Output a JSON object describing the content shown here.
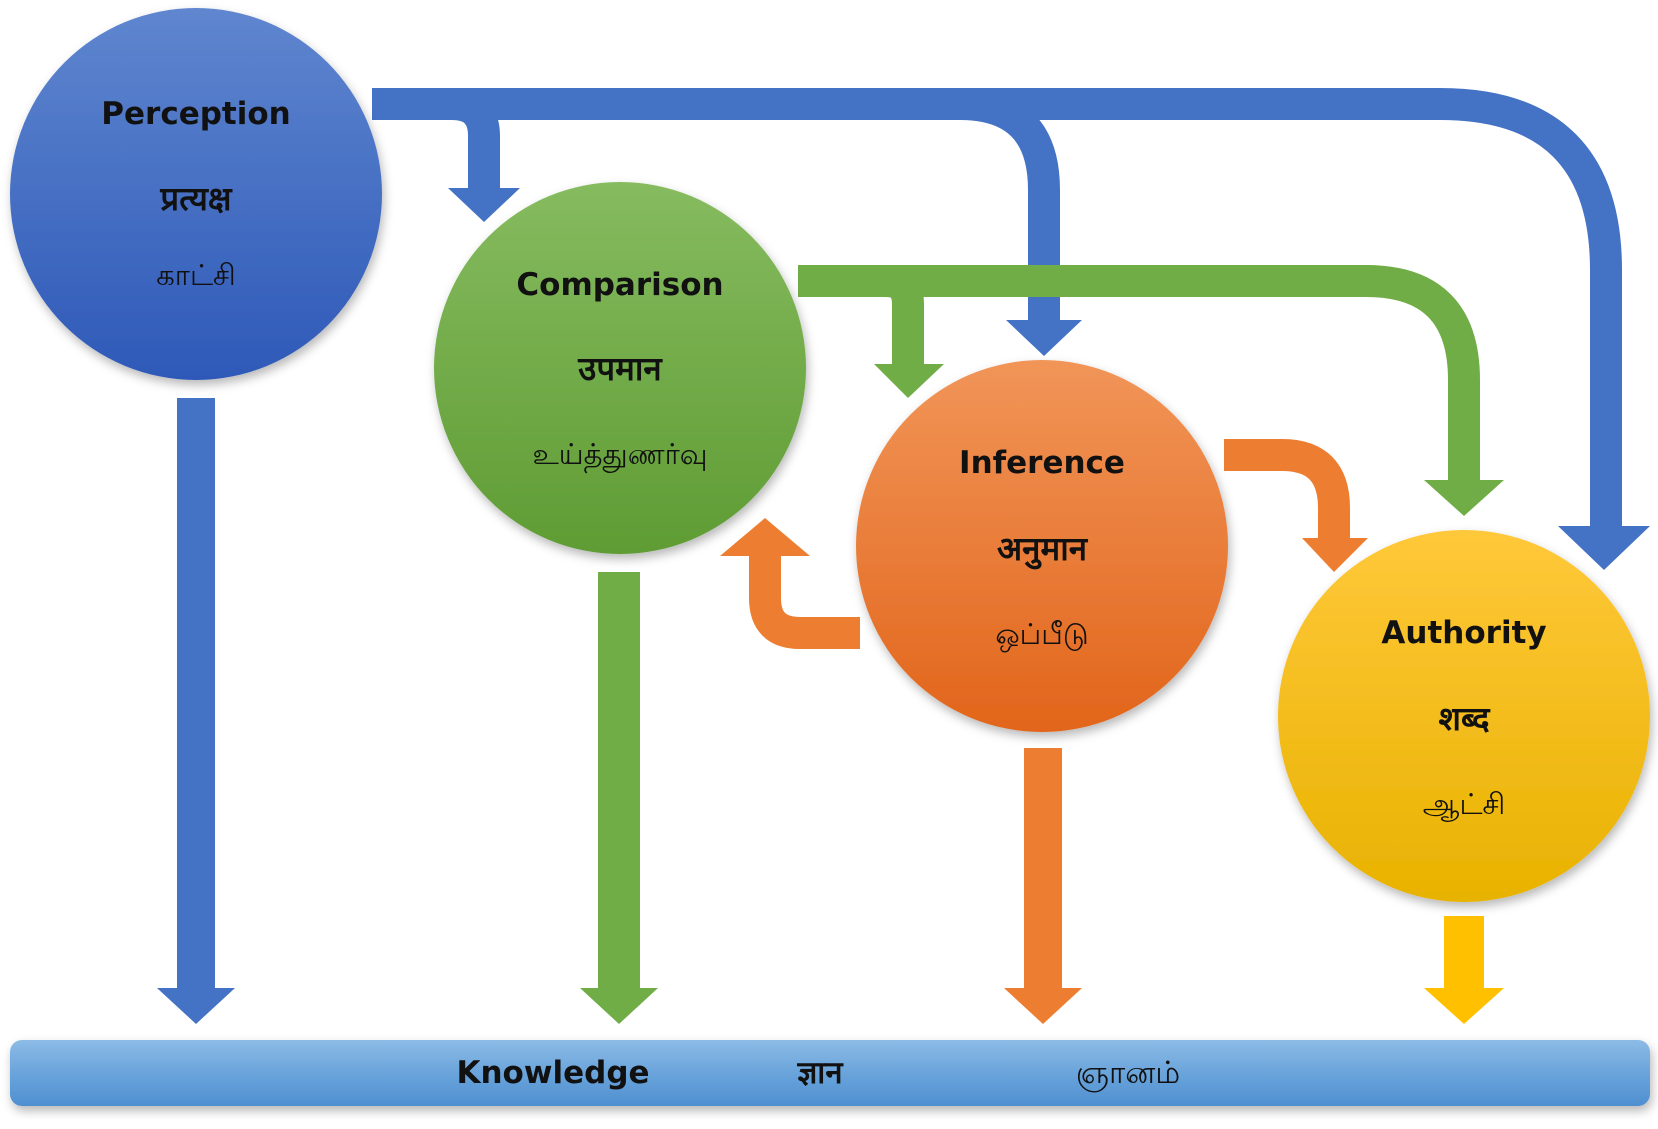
{
  "colors": {
    "perception": "#4472C4",
    "comparison": "#70AD47",
    "inference": "#ED7D31",
    "authority": "#FFC000",
    "knowledge_bar": "#5B9BD5"
  },
  "nodes": {
    "perception": {
      "title": "Perception",
      "sanskrit": "प्रत्यक्ष",
      "tamil": "காட்சி"
    },
    "comparison": {
      "title": "Comparison",
      "sanskrit": "उपमान",
      "tamil": "உய்த்துணர்வு"
    },
    "inference": {
      "title": "Inference",
      "sanskrit": "अनुमान",
      "tamil": "ஒப்பீடு"
    },
    "authority": {
      "title": "Authority",
      "sanskrit": "शब्द",
      "tamil": "ஆட்சி"
    }
  },
  "knowledge": {
    "english": "Knowledge",
    "sanskrit": "ज्ञान",
    "tamil": "ஞானம்"
  }
}
